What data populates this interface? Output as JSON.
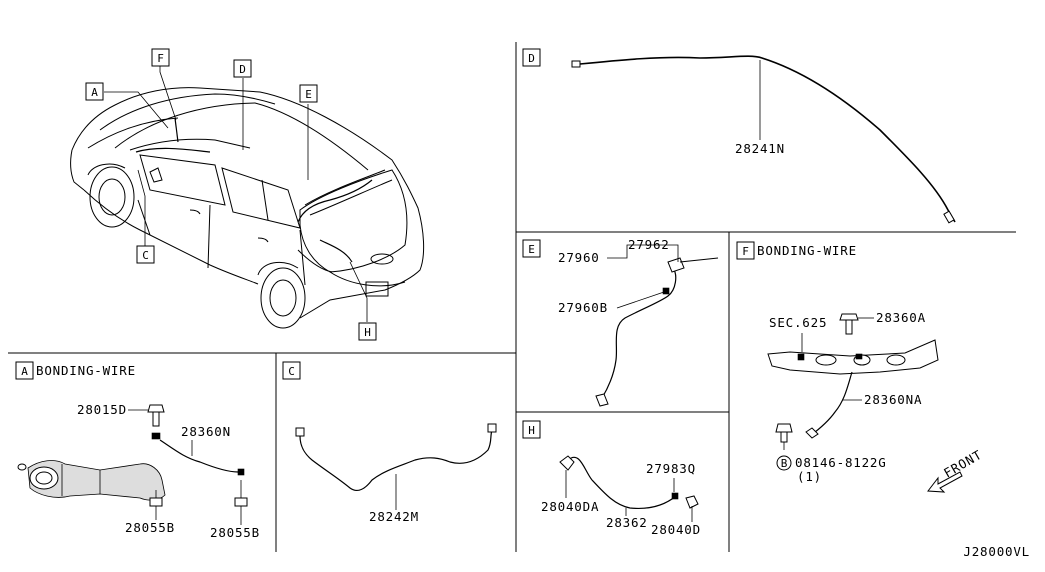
{
  "callouts": {
    "a": "A",
    "c": "C",
    "d": "D",
    "e": "E",
    "f": "F",
    "h": "H"
  },
  "panels": {
    "a": {
      "letter": "A",
      "title": "BONDING-WIRE",
      "parts": [
        "28015D",
        "28360N",
        "28055B",
        "28055B"
      ]
    },
    "c": {
      "letter": "C",
      "parts": [
        "28242M"
      ]
    },
    "d": {
      "letter": "D",
      "parts": [
        "28241N"
      ]
    },
    "e": {
      "letter": "E",
      "parts": [
        "27962",
        "27960",
        "27960B"
      ]
    },
    "f": {
      "letter": "F",
      "title": "BONDING-WIRE",
      "parts": [
        "SEC.625",
        "28360A",
        "28360NA",
        "08146-8122G",
        "(1)"
      ],
      "bolt_symbol": "B",
      "direction": "FRONT"
    },
    "h": {
      "letter": "H",
      "parts": [
        "27983Q",
        "28040DA",
        "28362",
        "28040D"
      ]
    }
  },
  "diagram_id": "J28000VL",
  "colors": {
    "line": "#000000",
    "background": "#ffffff"
  }
}
